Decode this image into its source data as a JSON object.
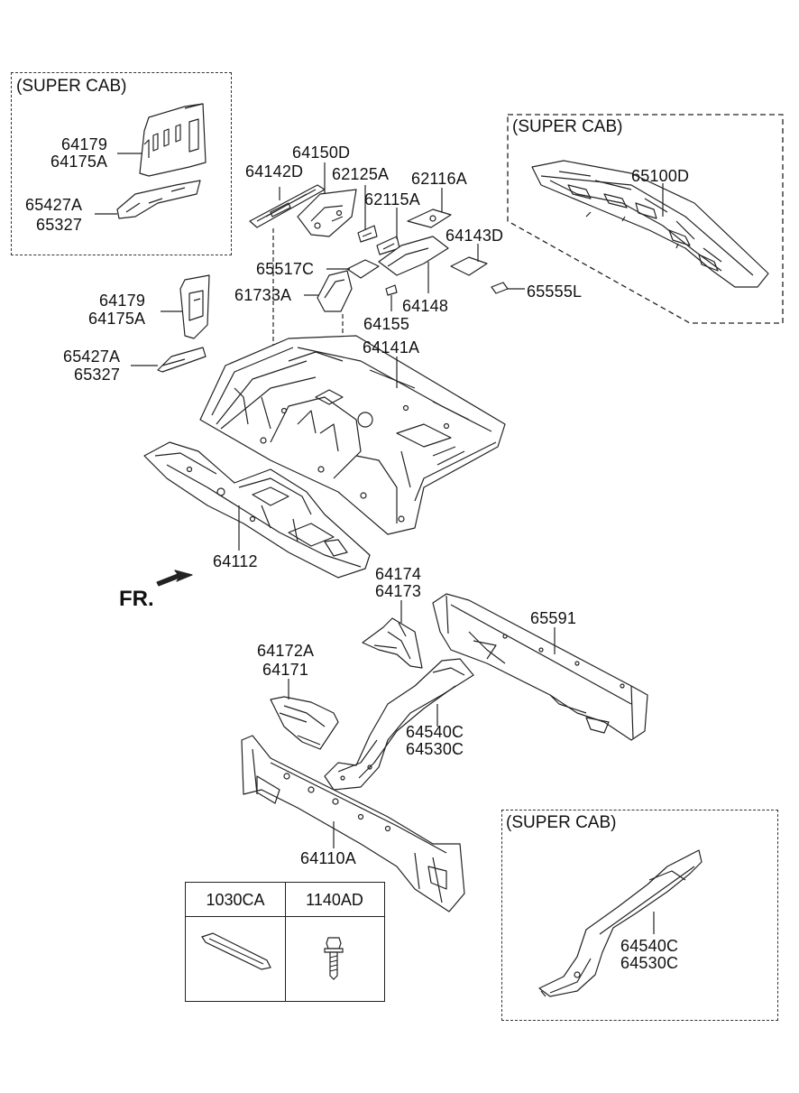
{
  "colors": {
    "line": "#222222",
    "fill": "#ffffff",
    "hatch": "#666666"
  },
  "boxes": {
    "top_left_title": "(SUPER CAB)",
    "top_right_title": "(SUPER CAB)",
    "bottom_right_title": "(SUPER CAB)"
  },
  "direction_label": "FR.",
  "labels": {
    "l64179_a": "64179",
    "l64175A_a": "64175A",
    "l65427A_a": "65427A",
    "l65327_a": "65327",
    "l64150D": "64150D",
    "l64142D": "64142D",
    "l62125A": "62125A",
    "l62116A": "62116A",
    "l62115A": "62115A",
    "l64143D": "64143D",
    "l65100D": "65100D",
    "l65517C": "65517C",
    "l61733A": "61733A",
    "l64148": "64148",
    "l65555L": "65555L",
    "l64155": "64155",
    "l64141A": "64141A",
    "l64179_b": "64179",
    "l64175A_b": "64175A",
    "l65427A_b": "65427A",
    "l65327_b": "65327",
    "l64112": "64112",
    "l64174": "64174",
    "l64173": "64173",
    "l65591": "65591",
    "l64172A": "64172A",
    "l64171": "64171",
    "l64540C_a": "64540C",
    "l64530C_a": "64530C",
    "l64110A": "64110A",
    "l64540C_b": "64540C",
    "l64530C_b": "64530C"
  },
  "legend": {
    "col1_header": "1030CA",
    "col2_header": "1140AD",
    "col1_icon": "clip-icon",
    "col2_icon": "bolt-icon"
  }
}
